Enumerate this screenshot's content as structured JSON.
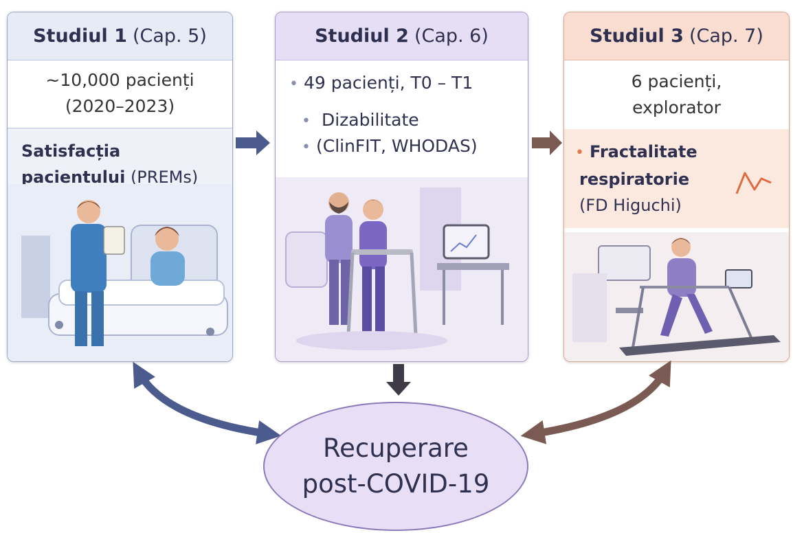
{
  "studies": [
    {
      "title_bold": "Studiul 1",
      "title_chapter": "(Cap. 5)",
      "line1": "~10,000 pacienți",
      "line2": "(2020–2023)",
      "focus_bold_1": "Satisfacția",
      "focus_bold_2": "pacientului",
      "focus_regular": "(PREMs)"
    },
    {
      "title_bold": "Studiul 2",
      "title_chapter": "(Cap. 6)",
      "bullets": [
        "49 pacienți, T0 – T1",
        "Dizabilitate",
        "(ClinFIT, WHODAS)"
      ]
    },
    {
      "title_bold": "Studiul 3",
      "title_chapter": "(Cap. 7)",
      "line1": "6 pacienți,",
      "line2": "explorator",
      "focus_bold_1": "Fractalitate",
      "focus_bold_2": "respiratorie",
      "focus_regular": "(FD Higuchi)"
    }
  ],
  "center": {
    "line1": "Recuperare",
    "line2": "post-COVID-19"
  },
  "colors": {
    "study1_accent": "#4c5b8e",
    "study2_accent": "#6f5aa8",
    "study3_accent": "#7a5a52",
    "highlight": "#de7a4f"
  }
}
